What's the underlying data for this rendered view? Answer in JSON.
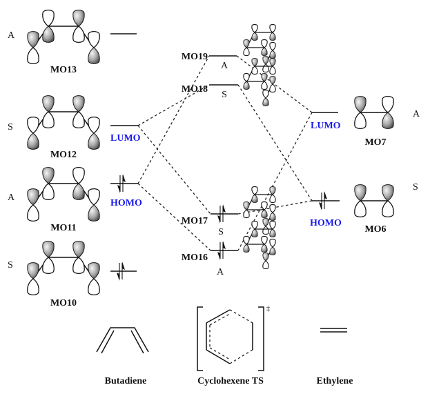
{
  "butadiene": {
    "title": "Butadiene",
    "orbitals": [
      {
        "name": "MO13",
        "symmetry": "A",
        "occupied": false,
        "tag": ""
      },
      {
        "name": "MO12",
        "symmetry": "S",
        "occupied": false,
        "tag": "LUMO"
      },
      {
        "name": "MO11",
        "symmetry": "A",
        "occupied": true,
        "tag": "HOMO"
      },
      {
        "name": "MO10",
        "symmetry": "S",
        "occupied": true,
        "tag": ""
      }
    ]
  },
  "transition_state": {
    "title": "Cyclohexene TS",
    "superscript": "‡",
    "orbitals": [
      {
        "name": "MO19",
        "symmetry": "A",
        "occupied": false
      },
      {
        "name": "MO18",
        "symmetry": "S",
        "occupied": false
      },
      {
        "name": "MO17",
        "symmetry": "S",
        "occupied": true
      },
      {
        "name": "MO16",
        "symmetry": "A",
        "occupied": true
      }
    ]
  },
  "ethylene": {
    "title": "Ethylene",
    "orbitals": [
      {
        "name": "MO7",
        "symmetry": "A",
        "occupied": false,
        "tag": "LUMO"
      },
      {
        "name": "MO6",
        "symmetry": "S",
        "occupied": true,
        "tag": "HOMO"
      }
    ]
  },
  "correlations": [
    {
      "from": "butadiene.LUMO",
      "to": "MO18"
    },
    {
      "from": "butadiene.LUMO",
      "to": "MO17"
    },
    {
      "from": "butadiene.HOMO",
      "to": "MO19"
    },
    {
      "from": "butadiene.HOMO",
      "to": "MO16"
    },
    {
      "from": "ethylene.LUMO",
      "to": "MO19"
    },
    {
      "from": "ethylene.LUMO",
      "to": "MO16"
    },
    {
      "from": "ethylene.HOMO",
      "to": "MO18"
    },
    {
      "from": "ethylene.HOMO",
      "to": "MO17"
    }
  ],
  "colors": {
    "frontier_label": "#1a1aee",
    "lobe_shaded": "#8a8a8a"
  }
}
